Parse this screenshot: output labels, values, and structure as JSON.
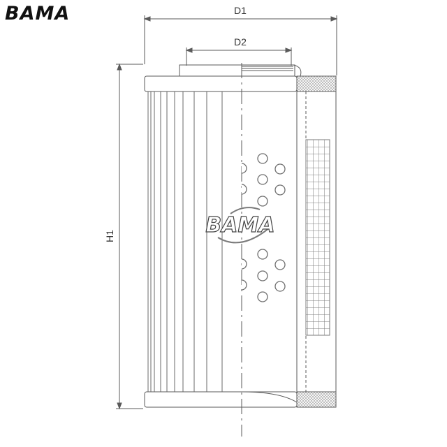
{
  "brand": {
    "logo_text": "BAMA",
    "watermark_text": "BAMA"
  },
  "dimensions": {
    "d1": "D1",
    "d2": "D2",
    "h1": "H1"
  },
  "colors": {
    "line": "#5a5a5a",
    "mesh": "#8a8a8a",
    "hole": "#6e6e6e",
    "logo": "#111111"
  }
}
